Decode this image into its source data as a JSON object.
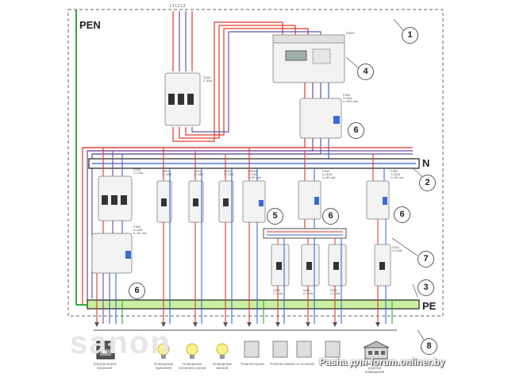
{
  "labels": {
    "pen": "PEN",
    "n": "N",
    "pe": "PE",
    "phases": "L1 L2 L3",
    "meter_model": "D6/5V"
  },
  "callouts": [
    "1",
    "2",
    "3",
    "4",
    "5",
    "6",
    "6",
    "6",
    "6",
    "7",
    "8"
  ],
  "device_text": {
    "main_breaker": [
      "S203",
      "C 50A"
    ],
    "rcd_top": [
      "F364",
      "4=40A",
      "Iₙ=300 mA"
    ],
    "breaker_group_left": [
      "S203",
      "C=16A"
    ],
    "rcd_left": [
      "F364",
      "4=40A",
      "Iₙ=30 mA"
    ],
    "b1": [
      "S201",
      "C=16A"
    ],
    "b2": [
      "S201",
      "C=16A"
    ],
    "b3": [
      "S201",
      "C=16A"
    ],
    "rcbo": [
      "DS951",
      "C=16A",
      "Iₙ=30 mA"
    ],
    "rcd_mid": [
      "F362",
      "C=40A",
      "Iₙ=30 mA"
    ],
    "rcd_right": [
      "F362",
      "C=40A",
      "Iₙ=30 mA"
    ],
    "sub1": [
      "S201",
      "C=16A"
    ],
    "sub2": [
      "S201",
      "C=16A"
    ],
    "sub3": [
      "S201",
      "C=16A"
    ],
    "b_right": [
      "S201",
      "C=16A"
    ]
  },
  "loads": [
    {
      "icon": "stove-icon",
      "caption": "Электроплита кухонная"
    },
    {
      "icon": "lamp-icon",
      "caption": "Освещение прихожей"
    },
    {
      "icon": "lamp-icon",
      "caption": "Освещение гостиной и кухни"
    },
    {
      "icon": "lamp-icon",
      "caption": "Освещение ванной"
    },
    {
      "icon": "socket-icon",
      "caption": "Розетки кухни"
    },
    {
      "icon": "socket-icon",
      "caption": "Розетки комнат и гостиной"
    },
    {
      "icon": "socket-icon",
      "caption": ""
    },
    {
      "icon": "socket-icon",
      "caption": ""
    },
    {
      "icon": "house-icon",
      "caption": "Освещение и розетки помещения"
    }
  ],
  "watermark": "Pasha для forum.onliner.by",
  "ghost_text": "sanon",
  "colors": {
    "phase1": "#e03a2a",
    "phase2": "#7a4a9a",
    "phase3": "#5a5aaa",
    "neutral": "#3a6ad6",
    "pe": "#2faa3a",
    "pe_bus": "#c8f0a0"
  }
}
